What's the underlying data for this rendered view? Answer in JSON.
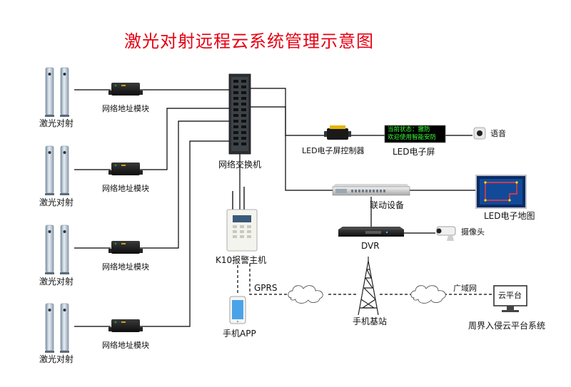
{
  "title": "激光对射远程云系统管理示意图",
  "laser": {
    "label": "激光对射",
    "items": [
      "激光对射",
      "激光对射",
      "激光对射",
      "激光对射"
    ]
  },
  "module": {
    "items": [
      "网络地址模块",
      "网络地址模块",
      "网络地址模块",
      "网络地址模块"
    ]
  },
  "switch_label": "网络交换机",
  "led_controller_label": "LED电子屏控制器",
  "led_screen": {
    "label": "LED电子屏",
    "line1": "当前状态：撤防",
    "line2": "欢迎使用智能安防"
  },
  "voice_label": "语音",
  "linkage_label": "联动设备",
  "map_label": "LED电子地图",
  "dvr_label": "DVR",
  "camera_label": "摄像头",
  "alarm_host_label": "K10报警主机",
  "gprs_label": "GPRS",
  "app_label": "手机APP",
  "tower_label": "手机基站",
  "wan_label": "广域网",
  "cloud_screen_label": "云平台",
  "cloud_system_label": "周界入侵云平台系统",
  "colors": {
    "title": "#e60012",
    "led_text": "#39ff39",
    "wire": "#000000"
  }
}
